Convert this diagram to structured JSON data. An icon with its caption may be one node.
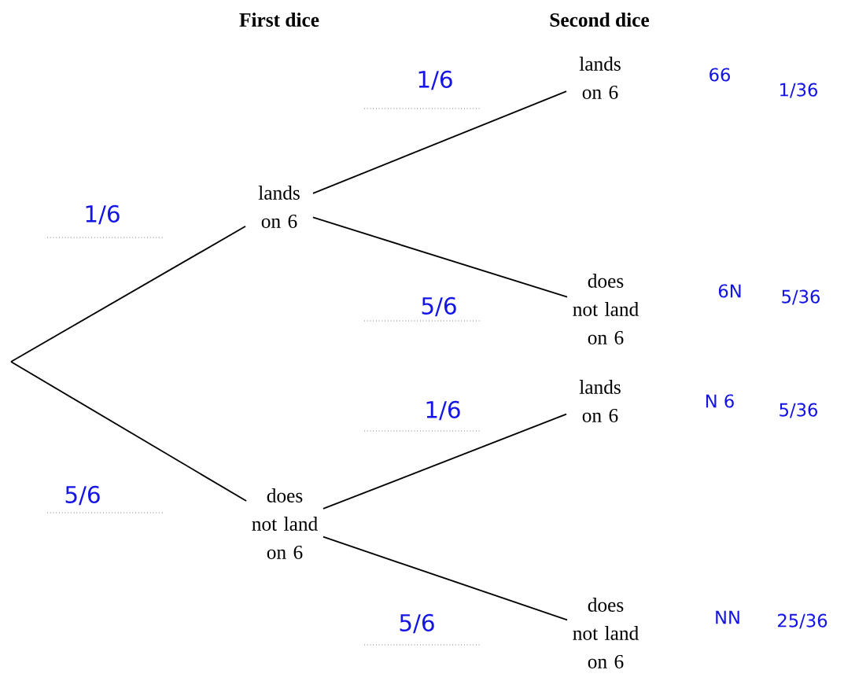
{
  "diagram": {
    "nodes": [
      {
        "text": [
          "lands on 6"
        ]
      },
      {
        "text": [
          "does not land on 6"
        ]
      },
      {
        "text": [
          "lands on 6"
        ],
        "beside": [
          "66",
          "1/36"
        ]
      },
      {
        "text": [
          "does not land on 6"
        ],
        "beside": [
          "6N",
          "5/36"
        ]
      },
      {
        "text": [
          "lands on 6"
        ],
        "beside": [
          "N 6",
          "5/36"
        ]
      },
      {
        "text": [
          "does not land on 6"
        ],
        "beside": [
          "NN",
          "25/36"
        ]
      }
    ],
    "edges": [
      {
        "from": null,
        "to": 0,
        "arrow": "none",
        "label": "1/6"
      },
      {
        "from": null,
        "to": 1,
        "arrow": "none",
        "label": "5/6"
      },
      {
        "from": 0,
        "to": 2,
        "arrow": "none",
        "label": "1/6"
      },
      {
        "from": 0,
        "to": 3,
        "arrow": "none",
        "label": "5/6"
      },
      {
        "from": 1,
        "to": 4,
        "arrow": "none",
        "label": "1/6"
      },
      {
        "from": 1,
        "to": 5,
        "arrow": "none",
        "label": "5/6"
      }
    ],
    "labels": [
      "First dice",
      "Second dice"
    ]
  }
}
